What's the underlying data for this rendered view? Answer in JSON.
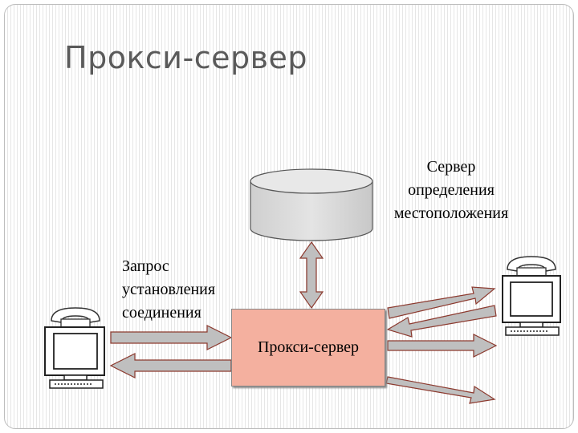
{
  "slide": {
    "title": "Прокси-сервер",
    "location_server_label": [
      "Сервер",
      "определения",
      "местоположения"
    ],
    "request_label": [
      "Запрос",
      "установления",
      "соединения"
    ],
    "proxy_box_label": "Прокси-сервер"
  },
  "colors": {
    "arrow_fill": "#bfbfbf",
    "arrow_stroke": "#8c3a2f",
    "proxy_fill": "#f4b09f",
    "database_fill": "#d9d9d9",
    "title_color": "#5a5a5a"
  },
  "icons": [
    "database-icon",
    "phone-icon",
    "computer-monitor-icon",
    "keyboard-icon",
    "double-arrow-icon",
    "arrow-icon"
  ]
}
